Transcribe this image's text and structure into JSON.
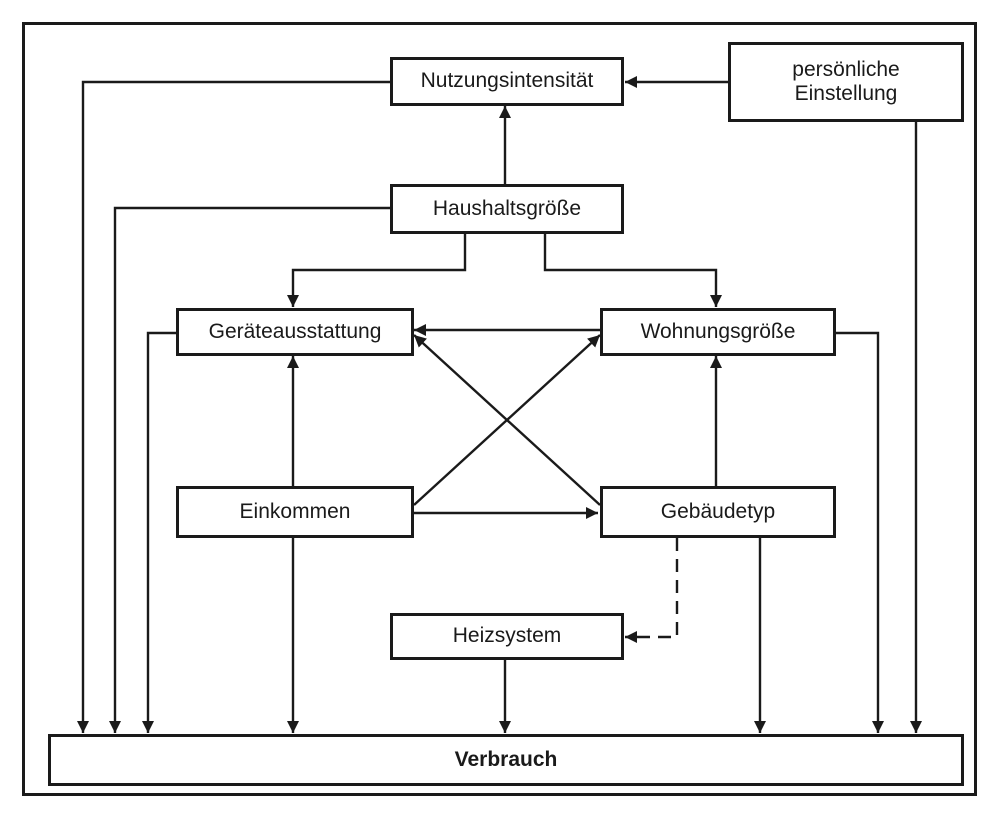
{
  "diagram": {
    "nodes": {
      "nutzungsintensitaet": "Nutzungsintensität",
      "persoenliche_einstellung": "persönliche\nEinstellung",
      "haushaltsgroesse": "Haushaltsgröße",
      "geraeteausstattung": "Geräteausstattung",
      "wohnungsgroesse": "Wohnungsgröße",
      "einkommen": "Einkommen",
      "gebaeudetyp": "Gebäudetyp",
      "heizsystem": "Heizsystem",
      "verbrauch": "Verbrauch"
    },
    "edges": [
      {
        "from": "persönliche Einstellung",
        "to": "Nutzungsintensität",
        "style": "solid"
      },
      {
        "from": "Haushaltsgröße",
        "to": "Nutzungsintensität",
        "style": "solid"
      },
      {
        "from": "Haushaltsgröße",
        "to": "Geräteausstattung",
        "style": "solid"
      },
      {
        "from": "Haushaltsgröße",
        "to": "Wohnungsgröße",
        "style": "solid"
      },
      {
        "from": "Wohnungsgröße",
        "to": "Geräteausstattung",
        "style": "solid"
      },
      {
        "from": "Einkommen",
        "to": "Geräteausstattung",
        "style": "solid"
      },
      {
        "from": "Einkommen",
        "to": "Wohnungsgröße",
        "style": "solid"
      },
      {
        "from": "Einkommen",
        "to": "Gebäudetyp",
        "style": "solid"
      },
      {
        "from": "Gebäudetyp",
        "to": "Geräteausstattung",
        "style": "solid"
      },
      {
        "from": "Gebäudetyp",
        "to": "Wohnungsgröße",
        "style": "solid"
      },
      {
        "from": "Gebäudetyp",
        "to": "Heizsystem",
        "style": "dashed"
      },
      {
        "from": "Nutzungsintensität",
        "to": "Verbrauch",
        "style": "solid"
      },
      {
        "from": "persönliche Einstellung",
        "to": "Verbrauch",
        "style": "solid"
      },
      {
        "from": "Haushaltsgröße",
        "to": "Verbrauch",
        "style": "solid"
      },
      {
        "from": "Geräteausstattung",
        "to": "Verbrauch",
        "style": "solid"
      },
      {
        "from": "Wohnungsgröße",
        "to": "Verbrauch",
        "style": "solid"
      },
      {
        "from": "Einkommen",
        "to": "Verbrauch",
        "style": "solid"
      },
      {
        "from": "Gebäudetyp",
        "to": "Verbrauch",
        "style": "solid"
      },
      {
        "from": "Heizsystem",
        "to": "Verbrauch",
        "style": "solid"
      }
    ],
    "colors": {
      "stroke": "#1a1a1a",
      "background": "#ffffff"
    }
  }
}
